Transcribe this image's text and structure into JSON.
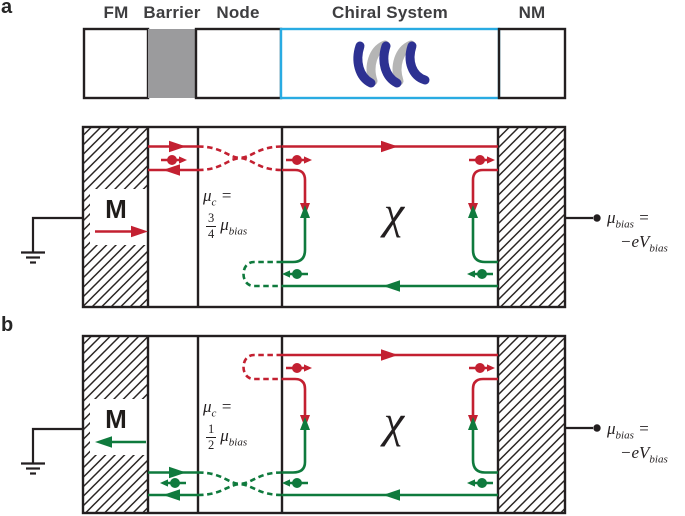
{
  "colors": {
    "red": "#c32031",
    "green": "#0f7a3d",
    "cyan": "#29abe2",
    "barrier_gray": "#9b9b9d",
    "helix_blue": "#2d3192",
    "helix_gray": "#b5b5b5",
    "ink": "#231f20",
    "label": "#3e3e40"
  },
  "device_labels": {
    "fm": "FM",
    "barrier": "Barrier",
    "node": "Node",
    "chiral": "Chiral System",
    "nm": "NM"
  },
  "panel_a": {
    "letter": "a",
    "magnet": "M",
    "chi": "χ",
    "node_mu": "μ",
    "node_mu_sub": "c",
    "node_eq": "=",
    "frac_num": "3",
    "frac_den": "4",
    "frac_mu": "μ",
    "frac_mu_sub": "bias",
    "bias_mu": "μ",
    "bias_mu_sub": "bias",
    "bias_eq": "=",
    "bias_val": "−eV",
    "bias_val_sub": "bias"
  },
  "panel_b": {
    "letter": "b",
    "magnet": "M",
    "chi": "χ",
    "node_mu": "μ",
    "node_mu_sub": "c",
    "node_eq": "=",
    "frac_num": "1",
    "frac_den": "2",
    "frac_mu": "μ",
    "frac_mu_sub": "bias",
    "bias_mu": "μ",
    "bias_mu_sub": "bias",
    "bias_eq": "=",
    "bias_val": "−eV",
    "bias_val_sub": "bias"
  }
}
